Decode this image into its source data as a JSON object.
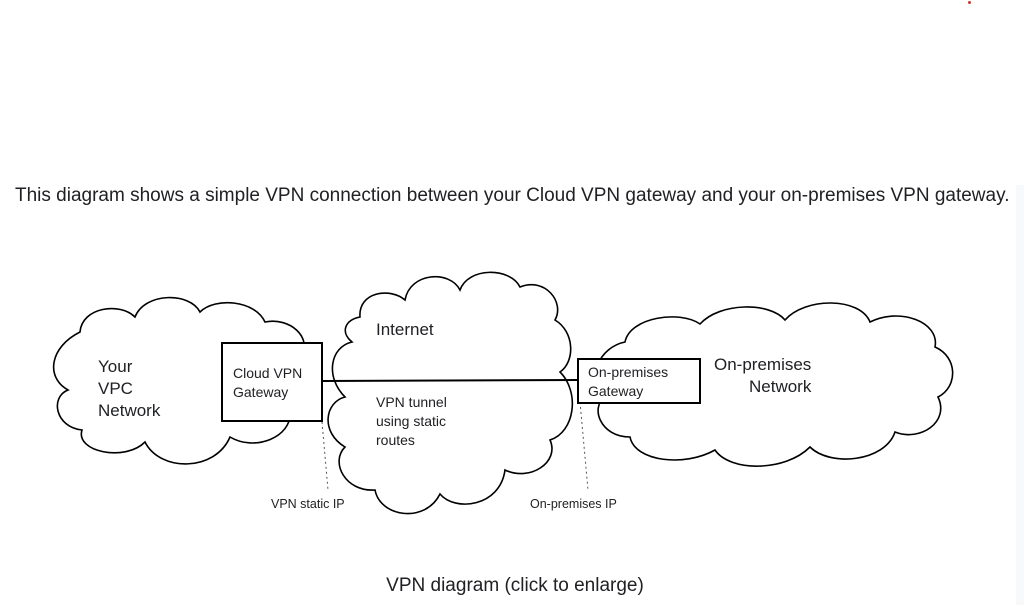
{
  "intro_text": "This diagram shows a simple VPN connection between your Cloud VPN gateway and your on-premises VPN gateway.",
  "diagram": {
    "clouds": {
      "vpc": [
        "Your",
        "VPC",
        "Network"
      ],
      "internet": "Internet",
      "onprem": [
        "On-premises",
        "Network"
      ]
    },
    "cloud_gateway": [
      "Cloud VPN",
      "Gateway"
    ],
    "onprem_gateway": [
      "On-premises",
      "Gateway"
    ],
    "tunnel": [
      "VPN tunnel",
      "using static",
      "routes"
    ],
    "vpn_static_ip": "VPN static IP",
    "onprem_ip": "On-premises IP"
  },
  "caption": "VPN diagram (click to enlarge)",
  "colors": {
    "text": "#202124",
    "line": "#000000",
    "marker": "#d93025"
  }
}
